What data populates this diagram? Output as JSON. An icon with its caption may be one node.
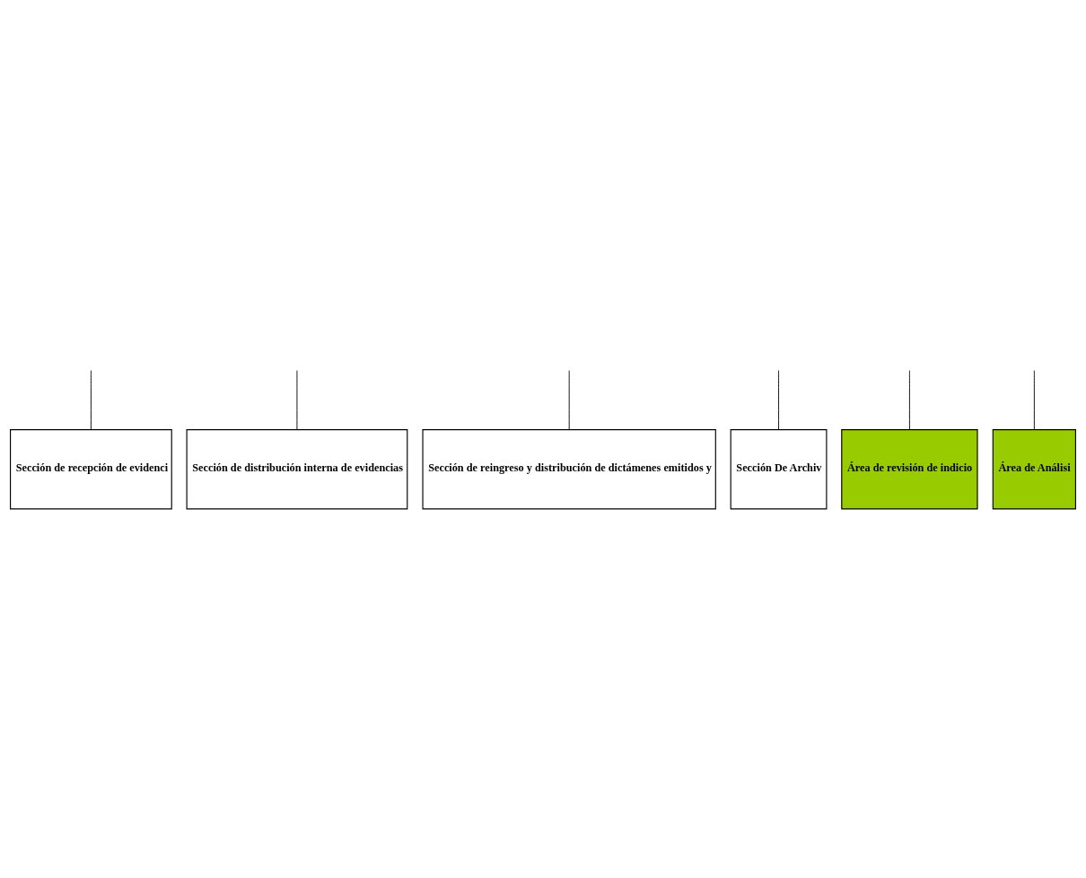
{
  "diagram": {
    "nodes": [
      {
        "text": [
          "Sección de recepción de evidenci"
        ]
      },
      {
        "text": [
          "Sección de distribución interna de evidencias"
        ]
      },
      {
        "text": [
          "Sección de reingreso y distribución de dictámenes emitidos y"
        ]
      },
      {
        "text": [
          "Sección De Archiv"
        ]
      },
      {
        "text": [
          "Área de revisión de indicio"
        ]
      },
      {
        "text": [
          "Área de Análisi"
        ]
      }
    ],
    "edges": [
      {
        "from": null,
        "to": 0,
        "arrow": "none"
      },
      {
        "from": null,
        "to": 1,
        "arrow": "none"
      },
      {
        "from": null,
        "to": 2,
        "arrow": "none"
      },
      {
        "from": null,
        "to": 3,
        "arrow": "none"
      },
      {
        "from": null,
        "to": 4,
        "arrow": "none"
      },
      {
        "from": null,
        "to": 5,
        "arrow": "none"
      }
    ]
  }
}
